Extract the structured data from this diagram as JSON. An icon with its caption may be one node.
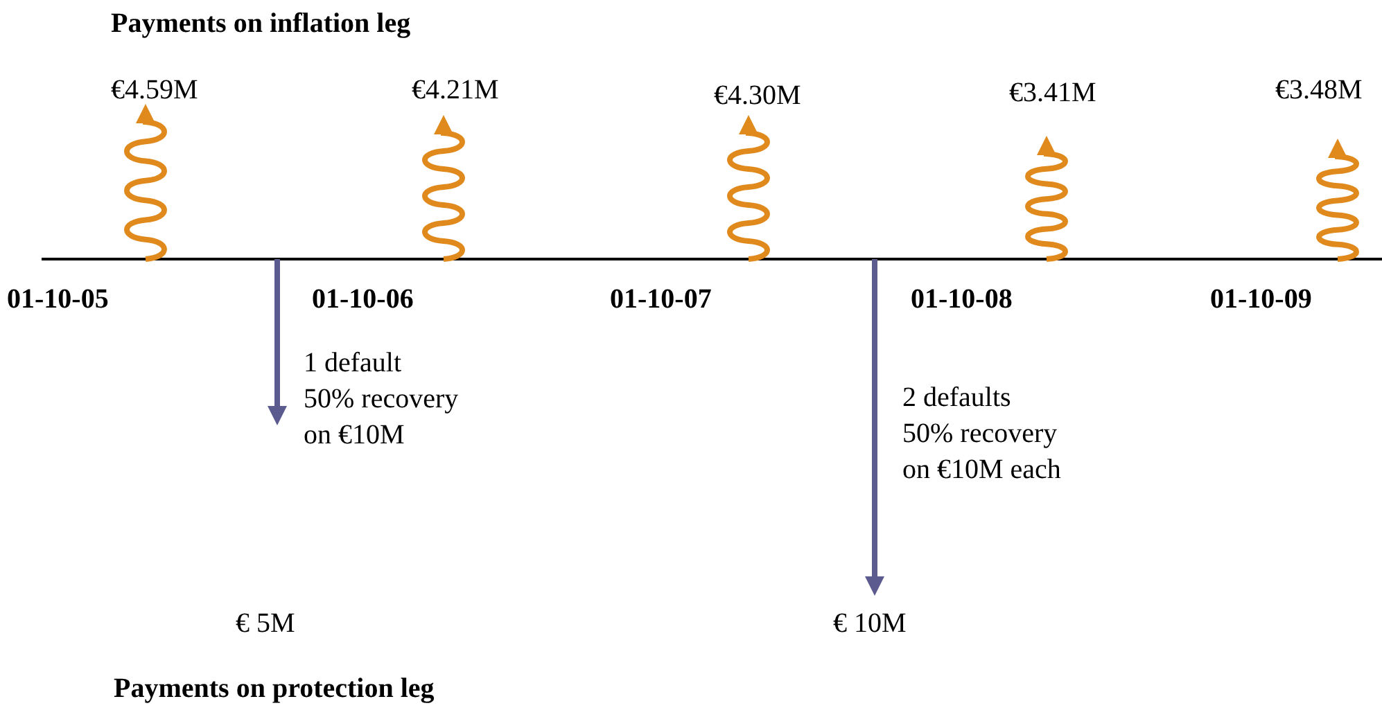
{
  "diagram": {
    "title": "Payments on inflation leg",
    "caption": "Payments on protection leg",
    "labels": [
      "€4.59M",
      "€4.21M",
      "€4.30M",
      "€3.41M",
      "€3.48M",
      "01-10-05",
      "01-10-06",
      "01-10-07",
      "01-10-08",
      "01-10-09",
      "1 default 50% recovery on €10M",
      "2 defaults 50% recovery on €10M each",
      "€ 5M",
      "€ 10M"
    ]
  }
}
